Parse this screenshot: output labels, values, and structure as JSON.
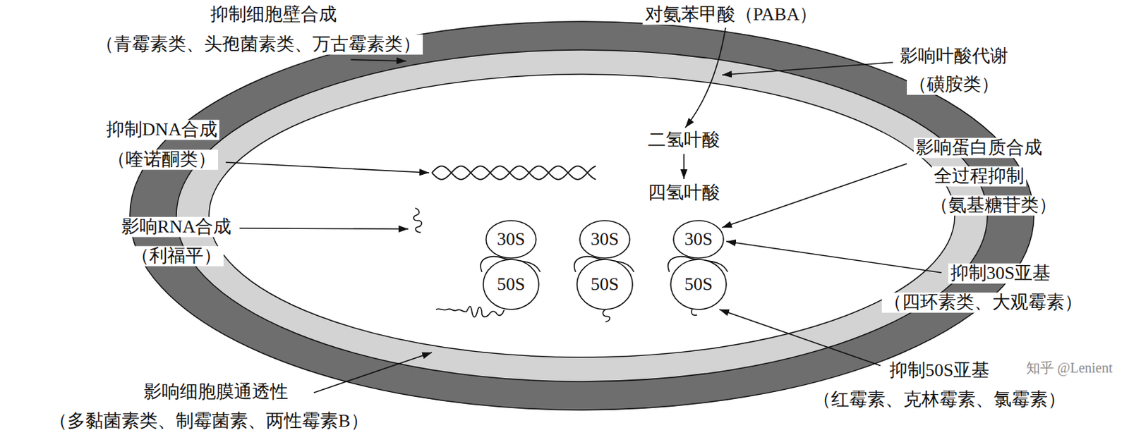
{
  "diagram": {
    "nodes": [
      {
        "text": [
          "30S"
        ]
      },
      {
        "text": [
          "30S"
        ]
      },
      {
        "text": [
          "30S"
        ]
      },
      {
        "text": [
          "50S"
        ]
      },
      {
        "text": [
          "50S"
        ]
      },
      {
        "text": [
          "50S"
        ]
      }
    ],
    "labels": [
      "抑制细胞壁合成",
      "（青霉素类、头孢菌素类、万古霉素类）",
      "对氨苯甲酸（PABA）",
      "影响叶酸代谢",
      "（磺胺类）",
      "抑制DNA合成",
      "（喹诺酮类）",
      "二氢叶酸",
      "四氢叶酸",
      "影响蛋白质合成",
      "全过程抑制",
      "（氨基糖苷类）",
      "影响RNA合成",
      "（利福平）",
      "抑制30S亚基",
      "（四环素类、大观霉素）",
      "抑制50S亚基",
      "（红霉素、克林霉素、氯霉素）",
      "影响细胞膜通透性",
      "（多黏菌素类、制霉菌素、两性霉素B）",
      "知乎 @Lenient"
    ]
  }
}
